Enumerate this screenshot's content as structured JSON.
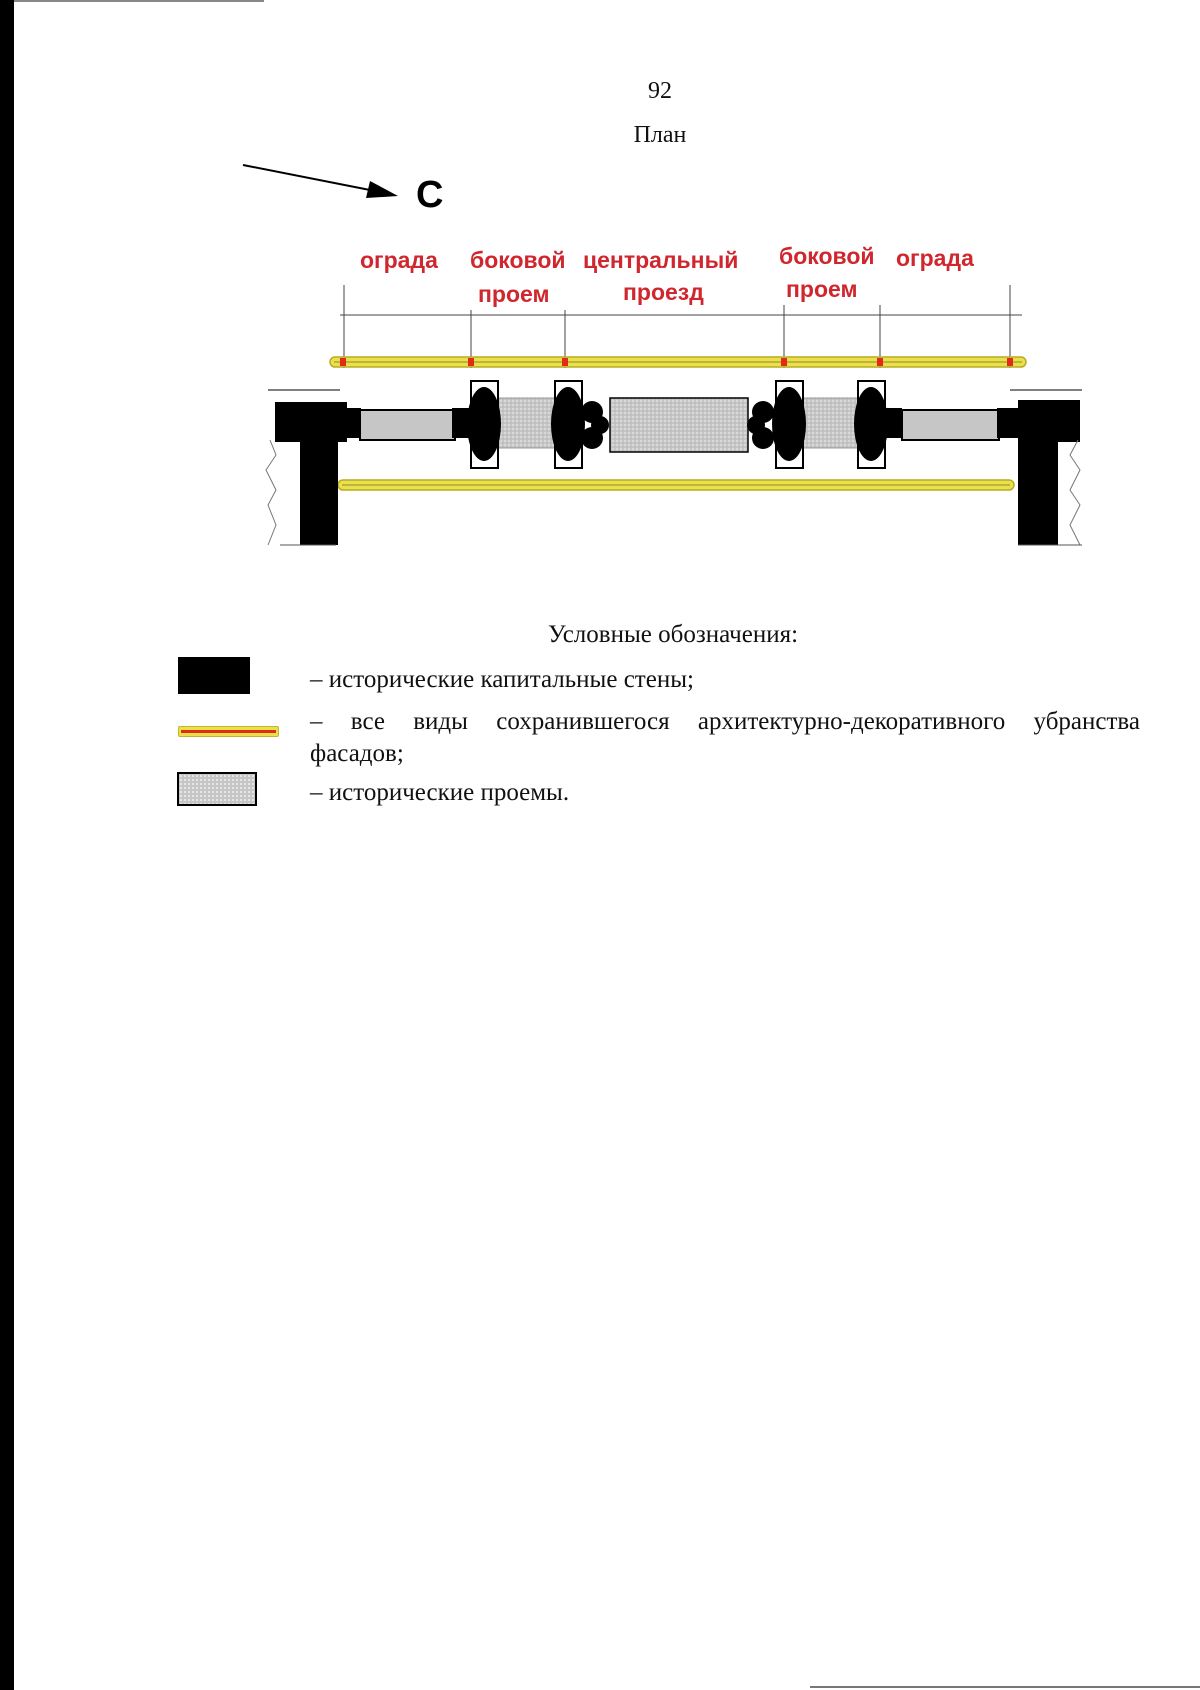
{
  "page_number": "92",
  "plan_title": "План",
  "north_label": "С",
  "dim_labels": {
    "left_fence": "ограда",
    "left_side_line1": "боковой",
    "left_side_line2": "проем",
    "central_line1": "центральный",
    "central_line2": "проезд",
    "right_side_line1": "боковой",
    "right_side_line2": "проем",
    "right_fence": "ограда"
  },
  "legend": {
    "title": "Условные обозначения:",
    "walls": "– исторические капитальные стены;",
    "decor_line1": "– все виды сохранившегося архитектурно-декоративного убранства",
    "decor_line2": "фасадов;",
    "openings": "– исторические проемы."
  },
  "colors": {
    "labels": "#d0262e",
    "decor_yellow": "#e9e04a",
    "decor_red": "#e02a1a",
    "walls": "#000000",
    "openings": "#c6c6c6"
  }
}
